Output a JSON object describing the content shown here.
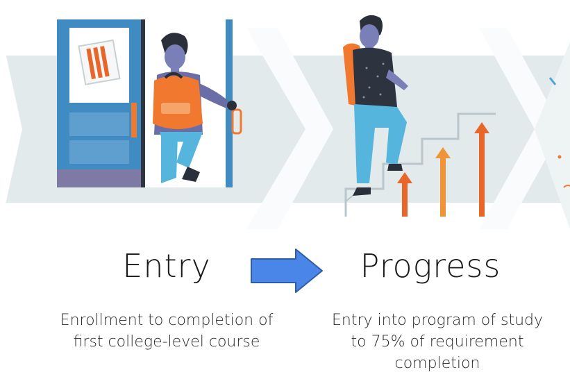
{
  "stages": [
    {
      "title": "Entry",
      "description_lines": [
        "Enrollment to completion of",
        "first college-level course"
      ]
    },
    {
      "title": "Progress",
      "description_lines": [
        "Entry into program of study",
        "to 75% of requirement",
        "completion"
      ]
    }
  ],
  "icons": {
    "entry_illustration": "student-entering-door-illustration",
    "progress_illustration": "student-climbing-stairs-illustration",
    "flow_arrow": "right-arrow-icon"
  },
  "colors": {
    "banner_band": "#e3eaec",
    "banner_chevron": "#f2f5f6",
    "door_blue": "#3f8bc2",
    "backpack_orange": "#f0782f",
    "growth_arrow_orange": "#e8662a",
    "arrow_fill": "#4a86e8",
    "arrow_stroke": "#2f5da6"
  }
}
